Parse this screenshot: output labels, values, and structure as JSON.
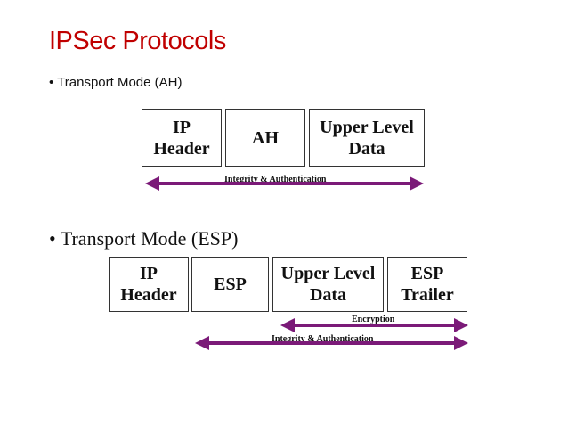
{
  "slide": {
    "title": "IPSec Protocols",
    "title_color": "#c00000",
    "bullet_ah": "Transport Mode (AH)",
    "bullet_esp": "Transport Mode (ESP)",
    "bullet_char": "•"
  },
  "ah_packet": {
    "ip_header": "IP\nHeader",
    "ah": "AH",
    "upper_level_data": "Upper Level\nData",
    "integrity_label": "Integrity & Authentication"
  },
  "esp_packet": {
    "ip_header": "IP\nHeader",
    "esp": "ESP",
    "upper_level_data": "Upper Level\nData",
    "esp_trailer": "ESP\nTrailer",
    "encryption_label": "Encryption",
    "integrity_label": "Integrity & Authentication"
  },
  "colors": {
    "arrow": "#7b1a78"
  }
}
